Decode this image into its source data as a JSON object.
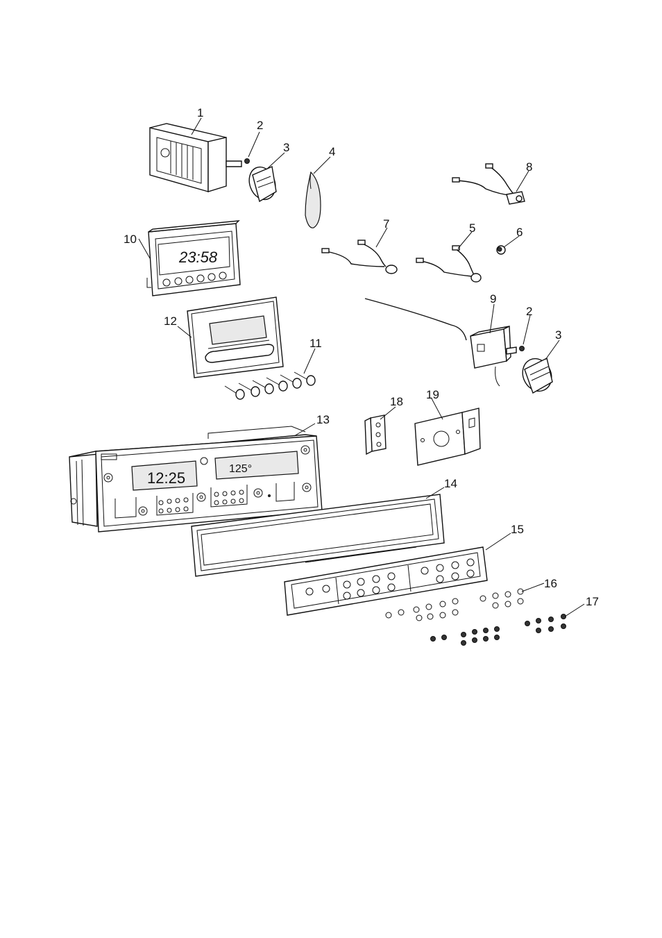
{
  "callouts": [
    {
      "id": "1",
      "label": "1"
    },
    {
      "id": "2a",
      "label": "2"
    },
    {
      "id": "3a",
      "label": "3"
    },
    {
      "id": "4",
      "label": "4"
    },
    {
      "id": "8",
      "label": "8"
    },
    {
      "id": "10",
      "label": "10"
    },
    {
      "id": "7",
      "label": "7"
    },
    {
      "id": "5",
      "label": "5"
    },
    {
      "id": "6",
      "label": "6"
    },
    {
      "id": "9",
      "label": "9"
    },
    {
      "id": "2b",
      "label": "2"
    },
    {
      "id": "3b",
      "label": "3"
    },
    {
      "id": "12",
      "label": "12"
    },
    {
      "id": "11",
      "label": "11"
    },
    {
      "id": "18",
      "label": "18"
    },
    {
      "id": "19",
      "label": "19"
    },
    {
      "id": "13",
      "label": "13"
    },
    {
      "id": "14",
      "label": "14"
    },
    {
      "id": "15",
      "label": "15"
    },
    {
      "id": "16",
      "label": "16"
    },
    {
      "id": "17",
      "label": "17"
    }
  ],
  "displays": {
    "timer_clock": "23:58",
    "panel_clock": "12:25",
    "panel_temp": "125°"
  }
}
